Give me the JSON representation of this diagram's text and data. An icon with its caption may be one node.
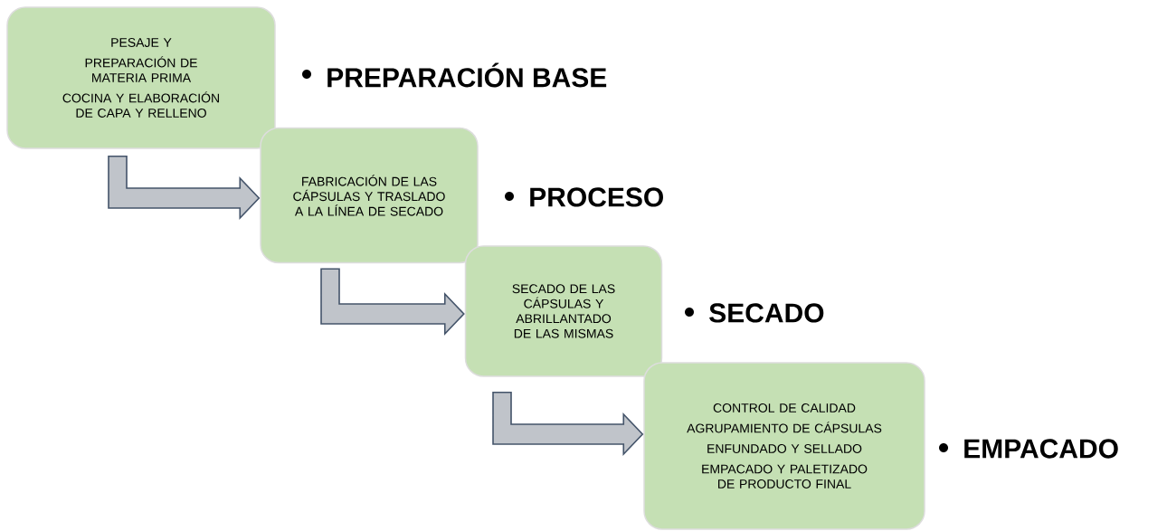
{
  "diagram": {
    "nodes": [
      {
        "text": [
          "PESAJE Y",
          "PREPARACIÓN DE MATERIA PRIMA",
          "COCINA Y ELABORACIÓN DE CAPA Y RELLENO"
        ],
        "beside": [
          "PREPARACIÓN BASE"
        ]
      },
      {
        "text": [
          "FABRICACIÓN DE LAS CÁPSULAS Y TRASLADO A LA LÍNEA DE SECADO"
        ],
        "beside": [
          "PROCESO"
        ]
      },
      {
        "text": [
          "SECADO DE LAS CÁPSULAS Y ABRILLANTADO DE LAS MISMAS"
        ],
        "beside": [
          "SECADO"
        ]
      },
      {
        "text": [
          "CONTROL DE CALIDAD",
          "AGRUPAMIENTO DE CÁPSULAS",
          "ENFUNDADO Y SELLADO",
          "EMPACADO Y PALETIZADO DE PRODUCTO FINAL"
        ],
        "beside": [
          "EMPACADO"
        ]
      }
    ],
    "edges": [
      {
        "from": 0,
        "to": 1,
        "arrow": "to"
      },
      {
        "from": 1,
        "to": 2,
        "arrow": "to"
      },
      {
        "from": 2,
        "to": 3,
        "arrow": "to"
      }
    ]
  }
}
